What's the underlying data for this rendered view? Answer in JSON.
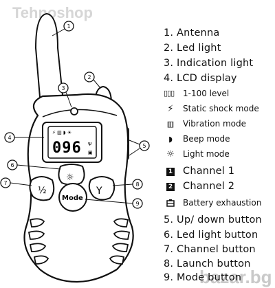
{
  "watermarks": {
    "top": "Tehnoshop",
    "bottom": "bazar.bg"
  },
  "callouts": {
    "n1": "1",
    "n2": "2",
    "n3": "3",
    "n4": "4",
    "n5": "5",
    "n6": "6",
    "n7": "7",
    "n8": "8",
    "n9": "9"
  },
  "device": {
    "lcd_digits": "096",
    "mode_button": "Mode",
    "half_button": "½"
  },
  "legend": {
    "i1": "1. Antenna",
    "i2": "2. Led light",
    "i3": "3. Indication light",
    "i4": "4. LCD display",
    "level_icon": "▯▯▯",
    "level_text": "1-100 level",
    "static_text": "Static shock mode",
    "vibration_text": "Vibration mode",
    "beep_text": "Beep mode",
    "light_text": "Light mode",
    "ch1_icon": "1",
    "ch1_text": "Channel 1",
    "ch2_icon": "2",
    "ch2_text": "Channel 2",
    "battery_text": "Battery exhaustion",
    "i5": "5. Up/ down button",
    "i6": "6. Led light button",
    "i7": "7. Channel button",
    "i8": "8. Launch button",
    "i9": "9. Mode button"
  },
  "icons": {
    "static": "lightning-icon",
    "vibration": "vibration-icon",
    "beep": "speaker-icon",
    "light": "bulb-icon",
    "battery": "battery-icon"
  }
}
